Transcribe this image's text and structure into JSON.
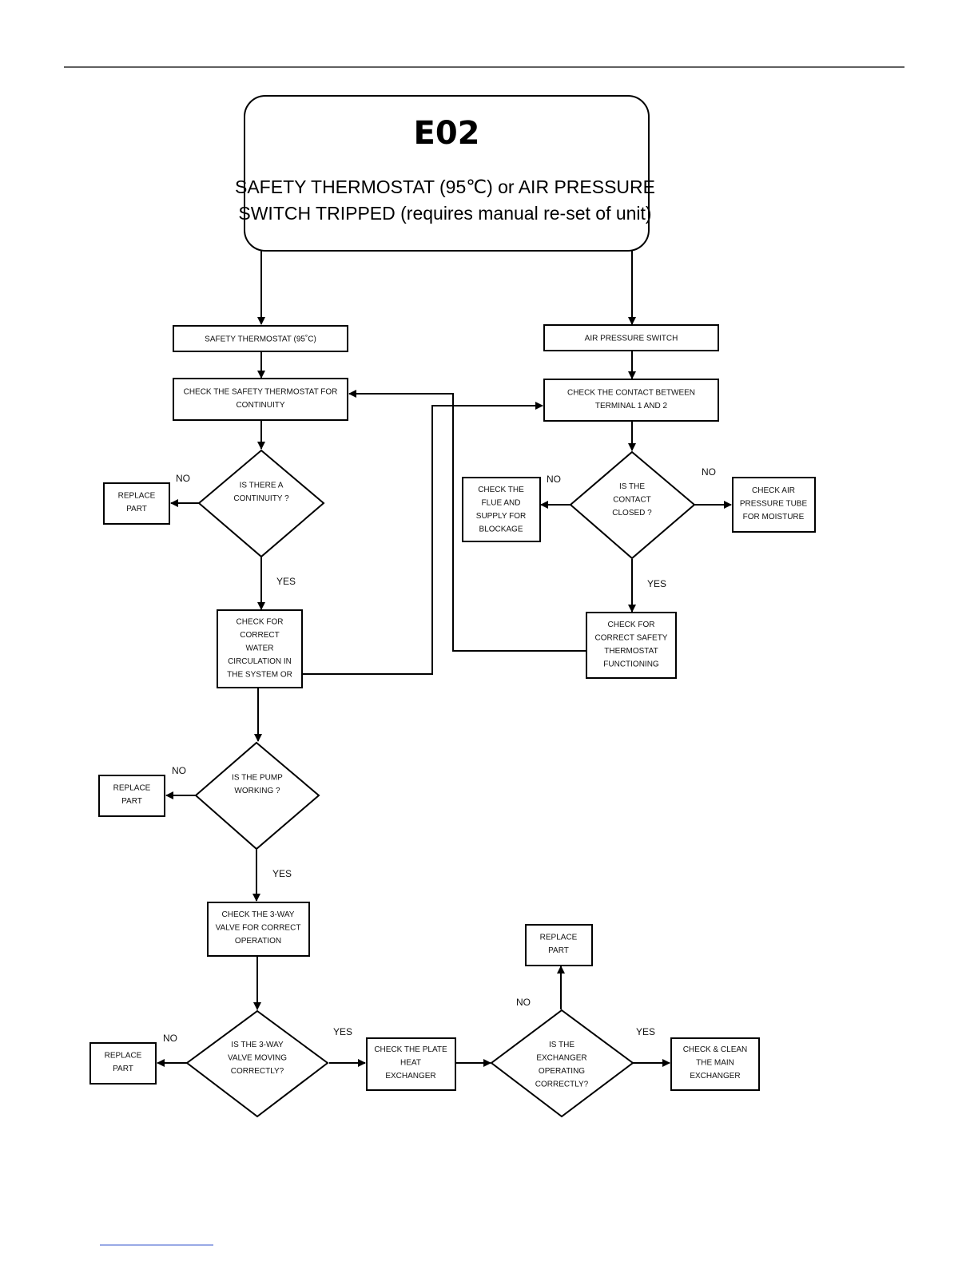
{
  "header": {
    "code": "E02",
    "line1": "SAFETY THERMOSTAT (95℃) or AIR PRESSURE",
    "line2": "SWITCH TRIPPED (requires manual re-set of unit)"
  },
  "nodes": {
    "safety_thermostat": [
      "SAFETY THERMOSTAT (95˚C)"
    ],
    "air_pressure_switch": [
      "AIR PRESSURE SWITCH"
    ],
    "check_safety_thermostat": [
      "CHECK THE SAFETY THERMOSTAT FOR",
      "CONTINUITY"
    ],
    "check_contact": [
      "CHECK THE CONTACT BETWEEN",
      "TERMINAL 1 AND 2"
    ],
    "is_continuity": [
      "IS THERE A",
      "CONTINUITY ?"
    ],
    "replace_part_1": [
      "REPLACE",
      "PART"
    ],
    "is_contact_closed": [
      "IS THE",
      "CONTACT",
      "CLOSED ?"
    ],
    "check_flue": [
      "CHECK THE",
      "FLUE  AND",
      "SUPPLY FOR",
      "BLOCKAGE"
    ],
    "check_air_tube": [
      "CHECK  AIR",
      "PRESSURE TUBE",
      "FOR MOISTURE"
    ],
    "check_water_circulation": [
      "CHECK FOR",
      "CORRECT",
      "WATER",
      "CIRCULATION IN",
      "THE SYSTEM OR"
    ],
    "check_safety_functioning": [
      "CHECK FOR",
      "CORRECT SAFETY",
      "THERMOSTAT",
      "FUNCTIONING"
    ],
    "is_pump_working": [
      "IS THE PUMP",
      "WORKING ?"
    ],
    "replace_part_2": [
      "REPLACE",
      "PART"
    ],
    "check_3way_valve": [
      "CHECK THE 3-WAY",
      "VALVE FOR CORRECT",
      "OPERATION"
    ],
    "is_3way_moving": [
      "IS THE 3-WAY",
      "VALVE MOVING",
      "CORRECTLY?"
    ],
    "replace_part_3": [
      "REPLACE",
      "PART"
    ],
    "check_plate_exchanger": [
      "CHECK THE PLATE",
      "HEAT",
      "EXCHANGER"
    ],
    "is_exchanger_ok": [
      "IS THE",
      "EXCHANGER",
      "OPERATING",
      "CORRECTLY?"
    ],
    "replace_part_4": [
      "REPLACE",
      "PART"
    ],
    "check_clean_main": [
      "CHECK & CLEAN",
      "THE MAIN",
      "EXCHANGER"
    ]
  },
  "edge_labels": {
    "no": "NO",
    "yes": "YES"
  }
}
